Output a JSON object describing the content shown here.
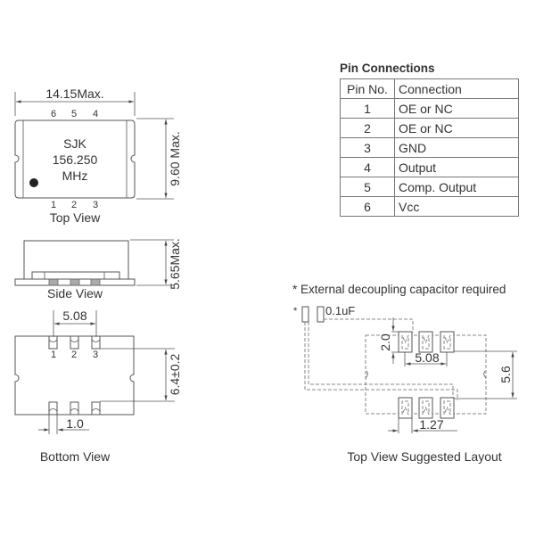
{
  "top_view": {
    "label": "Top View",
    "width_dim": "14.15Max.",
    "height_dim": "9.60 Max.",
    "top_pins": [
      "6",
      "5",
      "4"
    ],
    "bottom_pins": [
      "1",
      "2",
      "3"
    ],
    "marking": [
      "SJK",
      "156.250",
      "MHz"
    ]
  },
  "side_view": {
    "label": "Side View",
    "height_dim": "5.65Max."
  },
  "bottom_view": {
    "label": "Bottom View",
    "pitch_dim": "5.08",
    "row_dim": "6.4±0.2",
    "pad_width_dim": "1.0",
    "pins": [
      "1",
      "2",
      "3"
    ]
  },
  "pin_connections": {
    "title": "Pin Connections",
    "headers": [
      "Pin No.",
      "Connection"
    ],
    "rows": [
      {
        "pin": "1",
        "connection": "OE or NC"
      },
      {
        "pin": "2",
        "connection": "OE or NC"
      },
      {
        "pin": "3",
        "connection": "GND"
      },
      {
        "pin": "4",
        "connection": "Output"
      },
      {
        "pin": "5",
        "connection": "Comp. Output"
      },
      {
        "pin": "6",
        "connection": "Vcc"
      }
    ]
  },
  "layout": {
    "note": "* External decoupling capacitor required",
    "asterisk": "*",
    "capacitor_value": "0.1uF",
    "pad_height_dim": "2.0",
    "pitch_dim": "5.08",
    "row_dim": "5.6",
    "pad_width_dim": "1.27",
    "label": "Top View Suggested Layout"
  }
}
